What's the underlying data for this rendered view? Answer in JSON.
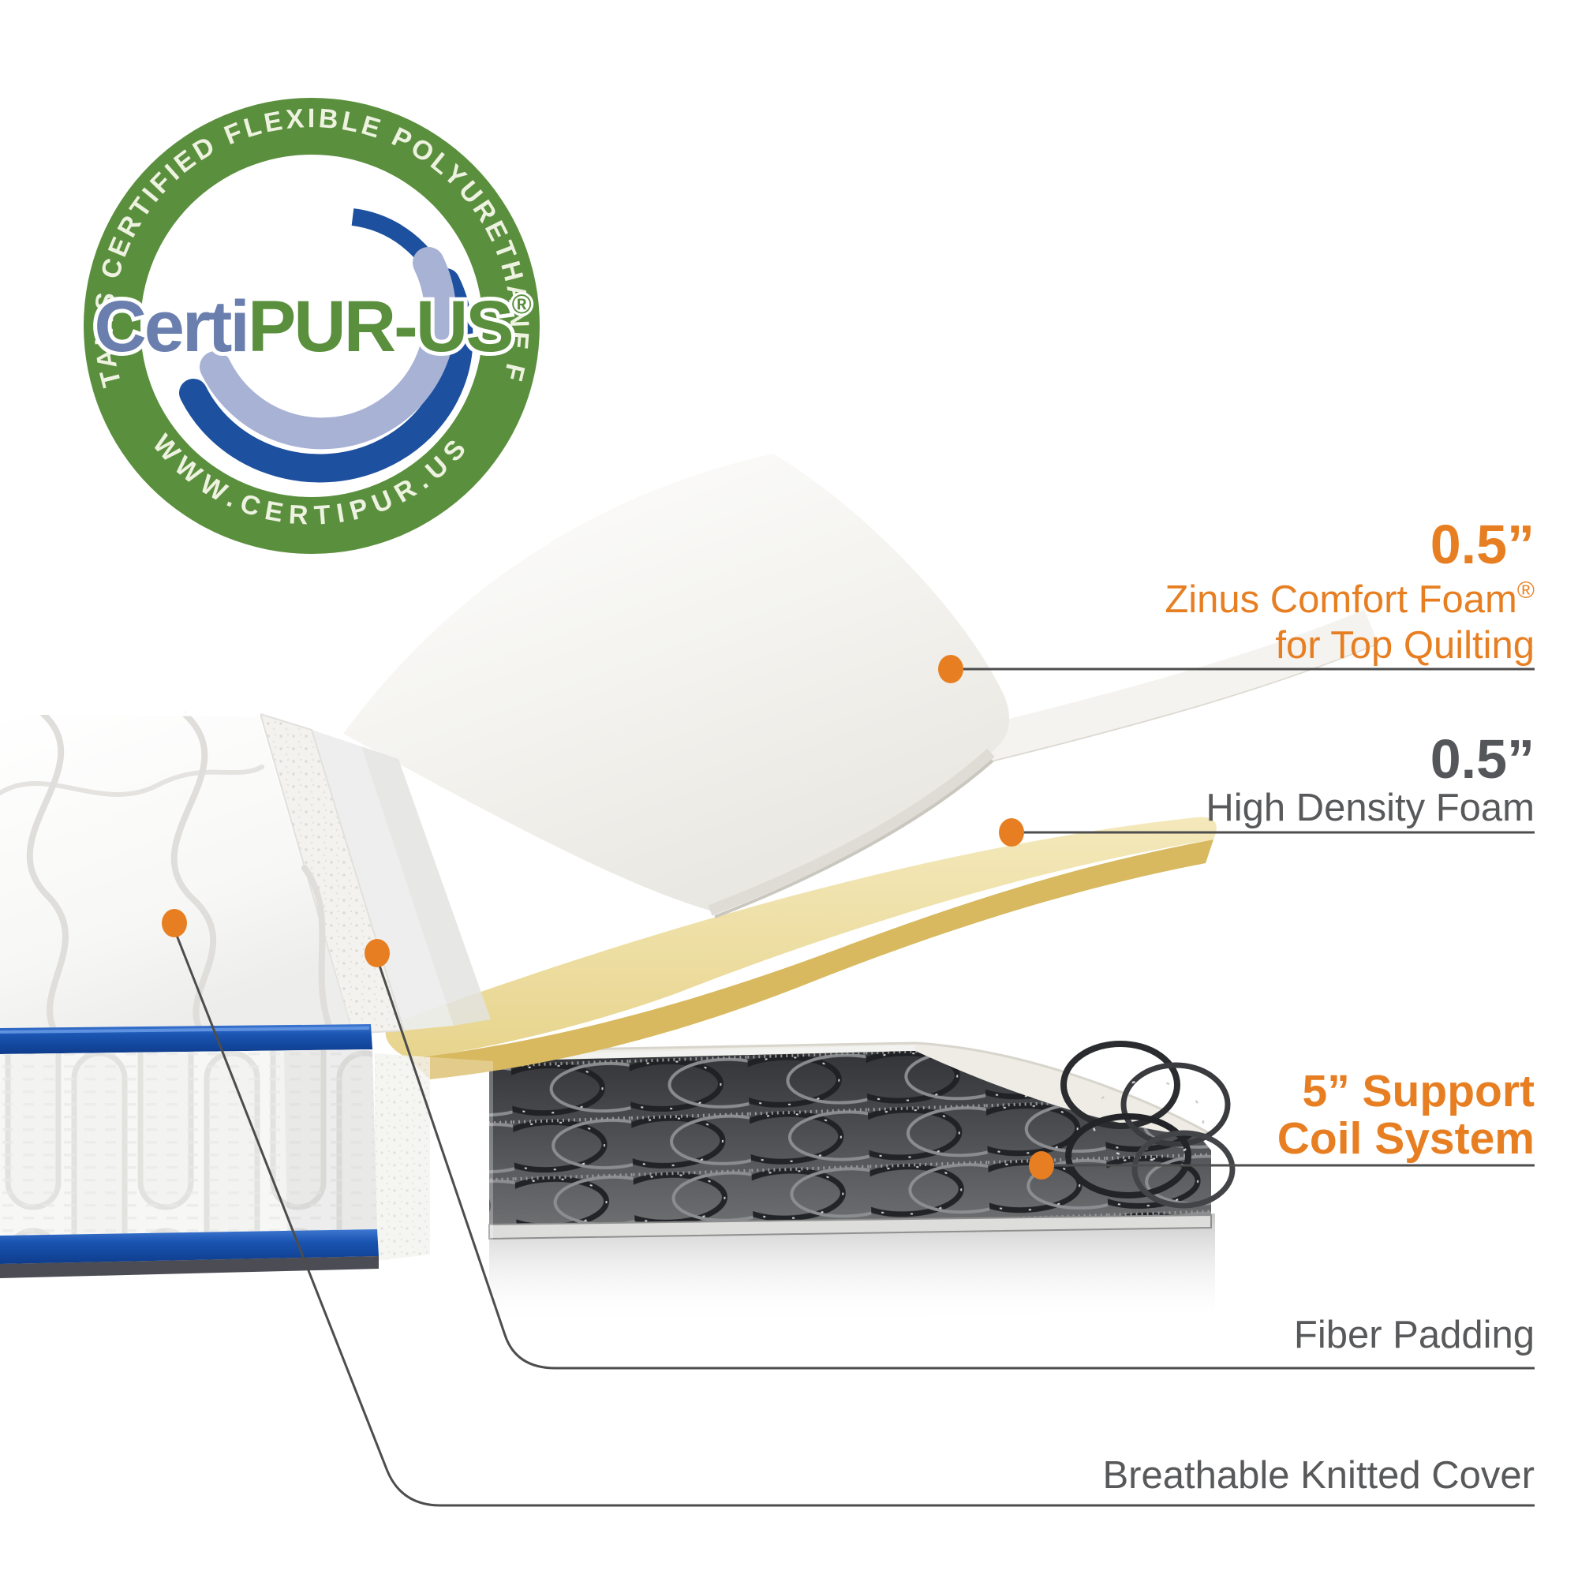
{
  "image_type": "mattress-layer-cutaway-diagram",
  "badge": {
    "arc_top": "CONTAINS CERTIFIED FLEXIBLE POLYURETHANE FOAM",
    "arc_bottom": "WWW.CERTIPUR.US",
    "brand_prefix": "Certi",
    "brand_suffix": "PUR-US",
    "registered_mark": "®",
    "colors": {
      "ring_green": "#5A8F3D",
      "brand_blue": "#6A7FAE",
      "swirl_dark_blue": "#1D509E",
      "swirl_light_periwinkle": "#A8B2D5"
    }
  },
  "callouts": {
    "comfort_foam": {
      "size": "0.5”",
      "line1": "Zinus Comfort Foam",
      "registered": "®",
      "line2": "for Top Quilting"
    },
    "high_density_foam": {
      "size": "0.5”",
      "line1": "High Density Foam"
    },
    "support_coil": {
      "line1": "5” Support",
      "line2": "Coil System"
    },
    "fiber_padding": {
      "label": "Fiber Padding"
    },
    "knitted_cover": {
      "label": "Breathable Knitted Cover"
    }
  },
  "markers": {
    "icon": "orange-dot-marker",
    "color": "#E77F22",
    "count": 5
  },
  "illustration_colors": {
    "accent_orange": "#E77F22",
    "label_gray": "#58595B",
    "callout_line_gray": "#4D4D4D",
    "piping_blue": "#1A55B2",
    "foam_yellow": "#EDDD9D",
    "foam_yellow_edge": "#D8B95F",
    "foam_white": "#F6F5F1",
    "coil_dark": "#3E4043"
  }
}
